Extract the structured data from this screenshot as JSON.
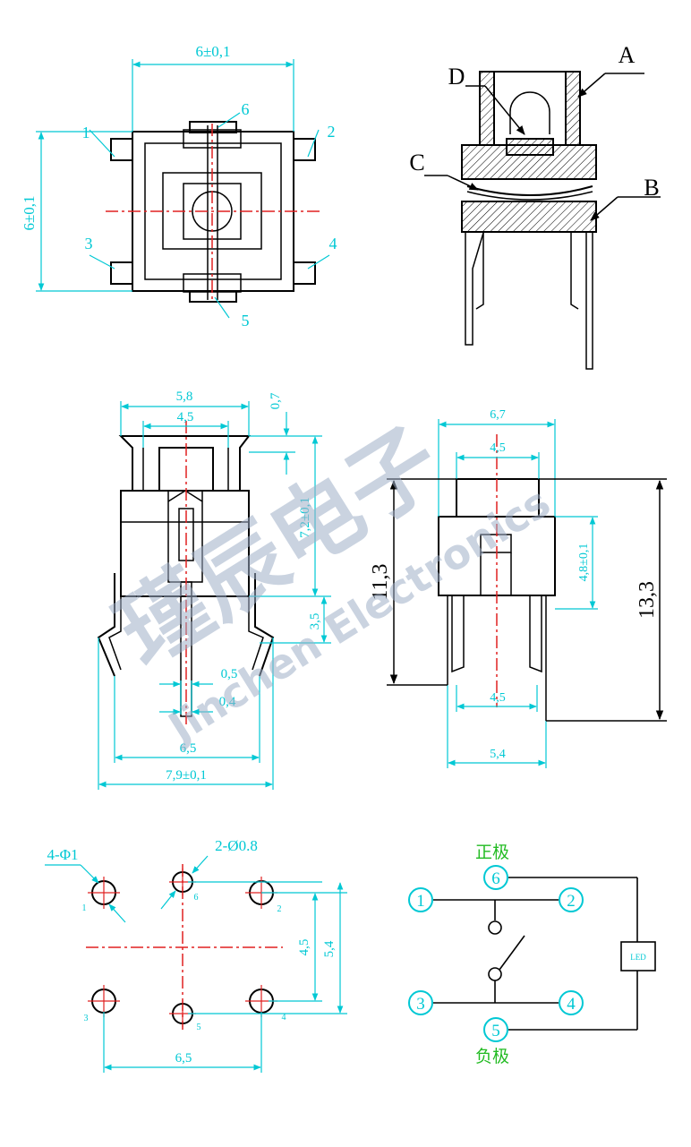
{
  "views": {
    "top": {
      "width_dim": "6±0,1",
      "height_dim": "6±0,1",
      "pins": [
        "1",
        "2",
        "3",
        "4",
        "5",
        "6"
      ]
    },
    "section": {
      "callouts": [
        "A",
        "B",
        "C",
        "D"
      ]
    },
    "front": {
      "dims": [
        "5,8",
        "4,5",
        "0,7",
        "7,2±0,1",
        "3,5",
        "0,5",
        "0,4",
        "6,5",
        "7,9±0,1"
      ]
    },
    "side": {
      "dims": [
        "6,7",
        "4,5",
        "4,8±0,1",
        "11,3",
        "13,3",
        "4,5",
        "5,4"
      ]
    },
    "footprint": {
      "hole_large": "4-Φ1",
      "hole_small": "2-Ø0.8",
      "dims": [
        "4,5",
        "5,4",
        "6,5"
      ],
      "pin_numbers": [
        "1",
        "6",
        "2",
        "3",
        "5",
        "4"
      ]
    },
    "schematic": {
      "positive_label": "正极",
      "negative_label": "负极",
      "led_label": "LED",
      "nodes": [
        "1",
        "2",
        "3",
        "4",
        "5",
        "6"
      ]
    }
  },
  "watermark": {
    "brand_cn": "瑾辰电子",
    "brand_en": "Jinchen Electronics"
  },
  "colors": {
    "outline": "#000000",
    "dimension": "#00c8d4",
    "centerline": "#e02020",
    "label_green": "#22bb22",
    "watermark": "#9fb0c8"
  }
}
